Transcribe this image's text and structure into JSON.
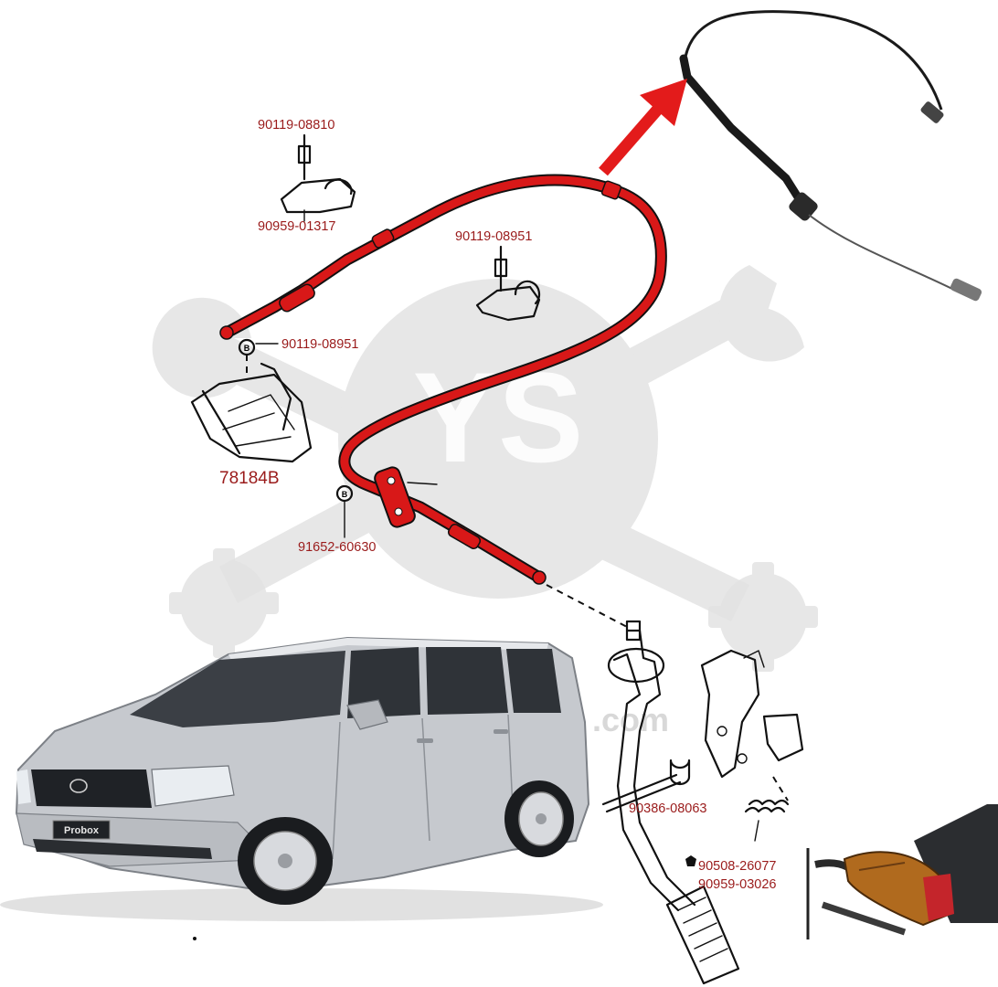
{
  "diagram": {
    "watermark_badge": "YS",
    "car_plate": "Probox",
    "watermark_suffix": ".com",
    "part_numbers": {
      "p1": "90119-08810",
      "p2": "90959-01317",
      "p3": "90119-08951",
      "p4": "90119-08951",
      "p5": "78184B",
      "p6": "91652-60630",
      "p7": "90386-08063",
      "p8": "90508-26077",
      "p9": "90959-03026"
    },
    "colors": {
      "cable_highlight": "#d81818",
      "arrow": "#e31b1b",
      "label_text": "#9a1b1b",
      "watermark": "#e2e2e2",
      "car_body": "#c6c9ce"
    },
    "icons": [
      "wrench-watermark-icon",
      "gear-watermark-icon",
      "cable-photo-icon",
      "foot-pedal-icon"
    ]
  }
}
